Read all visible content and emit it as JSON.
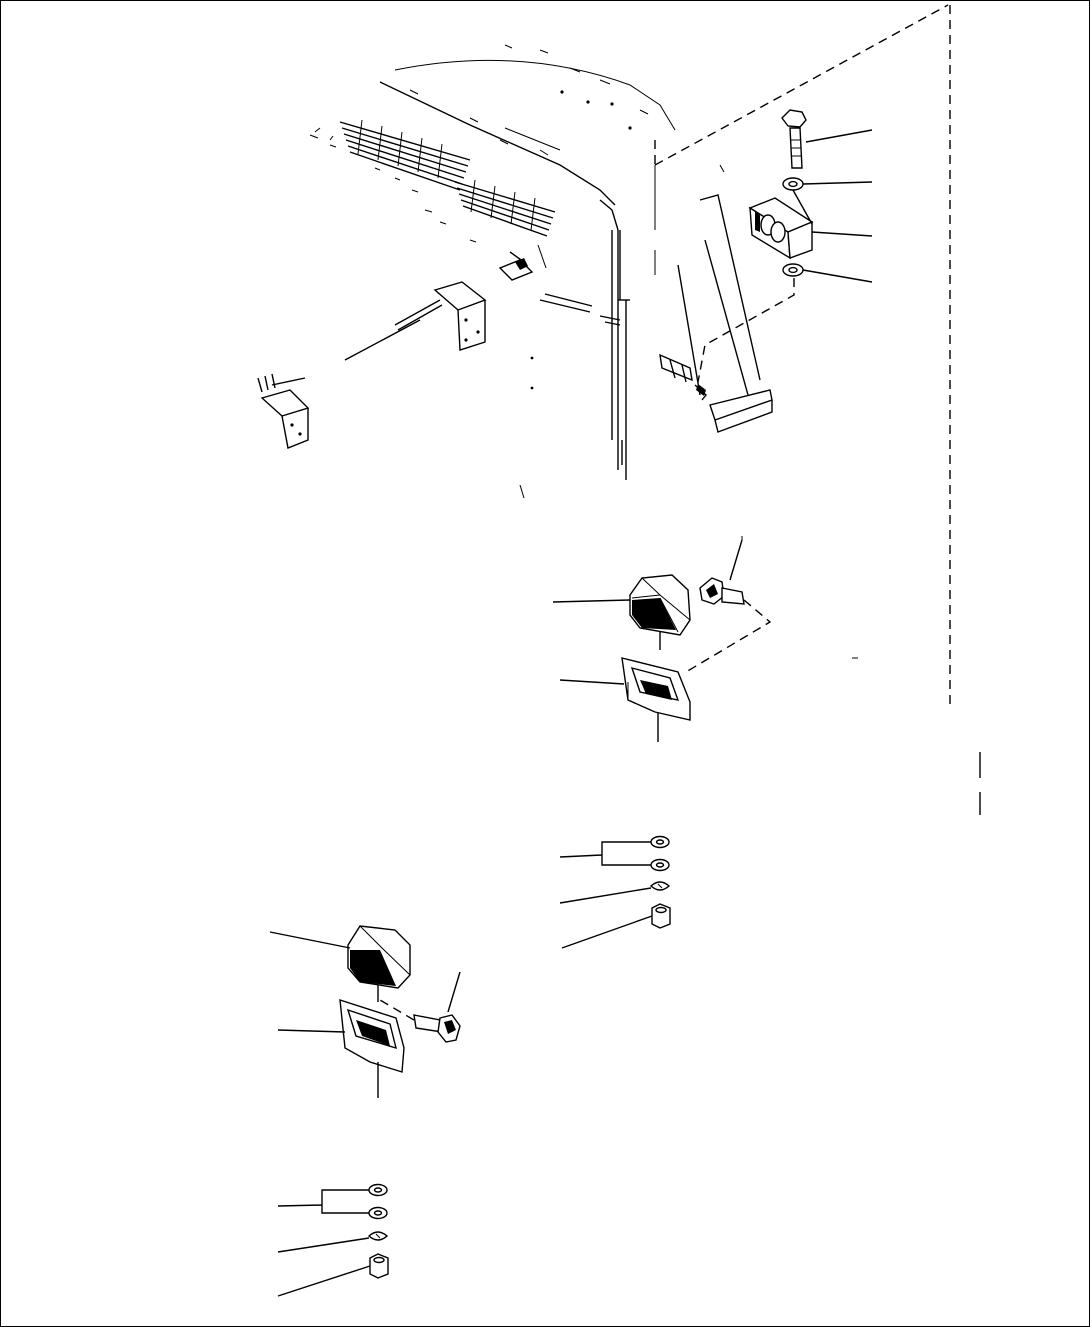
{
  "diagram": {
    "type": "exploded parts illustration",
    "groups": [
      {
        "name": "cab",
        "parts": [
          "cab-roof-vents",
          "cab-pillar",
          "mount-bracket-left",
          "mount-bracket-right"
        ]
      },
      {
        "name": "rear-lamp-mount",
        "parts": [
          "bolt",
          "washer",
          "spacer-block",
          "washer"
        ]
      },
      {
        "name": "upper-lamp",
        "parts": [
          "lamp-housing",
          "lamp-bracket",
          "bolt"
        ]
      },
      {
        "name": "upper-hardware",
        "parts": [
          "washer",
          "washer",
          "lock-washer",
          "nut"
        ]
      },
      {
        "name": "lower-lamp",
        "parts": [
          "lamp-housing",
          "lamp-bracket",
          "bolt"
        ]
      },
      {
        "name": "lower-hardware",
        "parts": [
          "washer",
          "washer",
          "lock-washer",
          "nut"
        ]
      }
    ],
    "colors": {
      "line": "#000000",
      "background": "#ffffff"
    }
  }
}
